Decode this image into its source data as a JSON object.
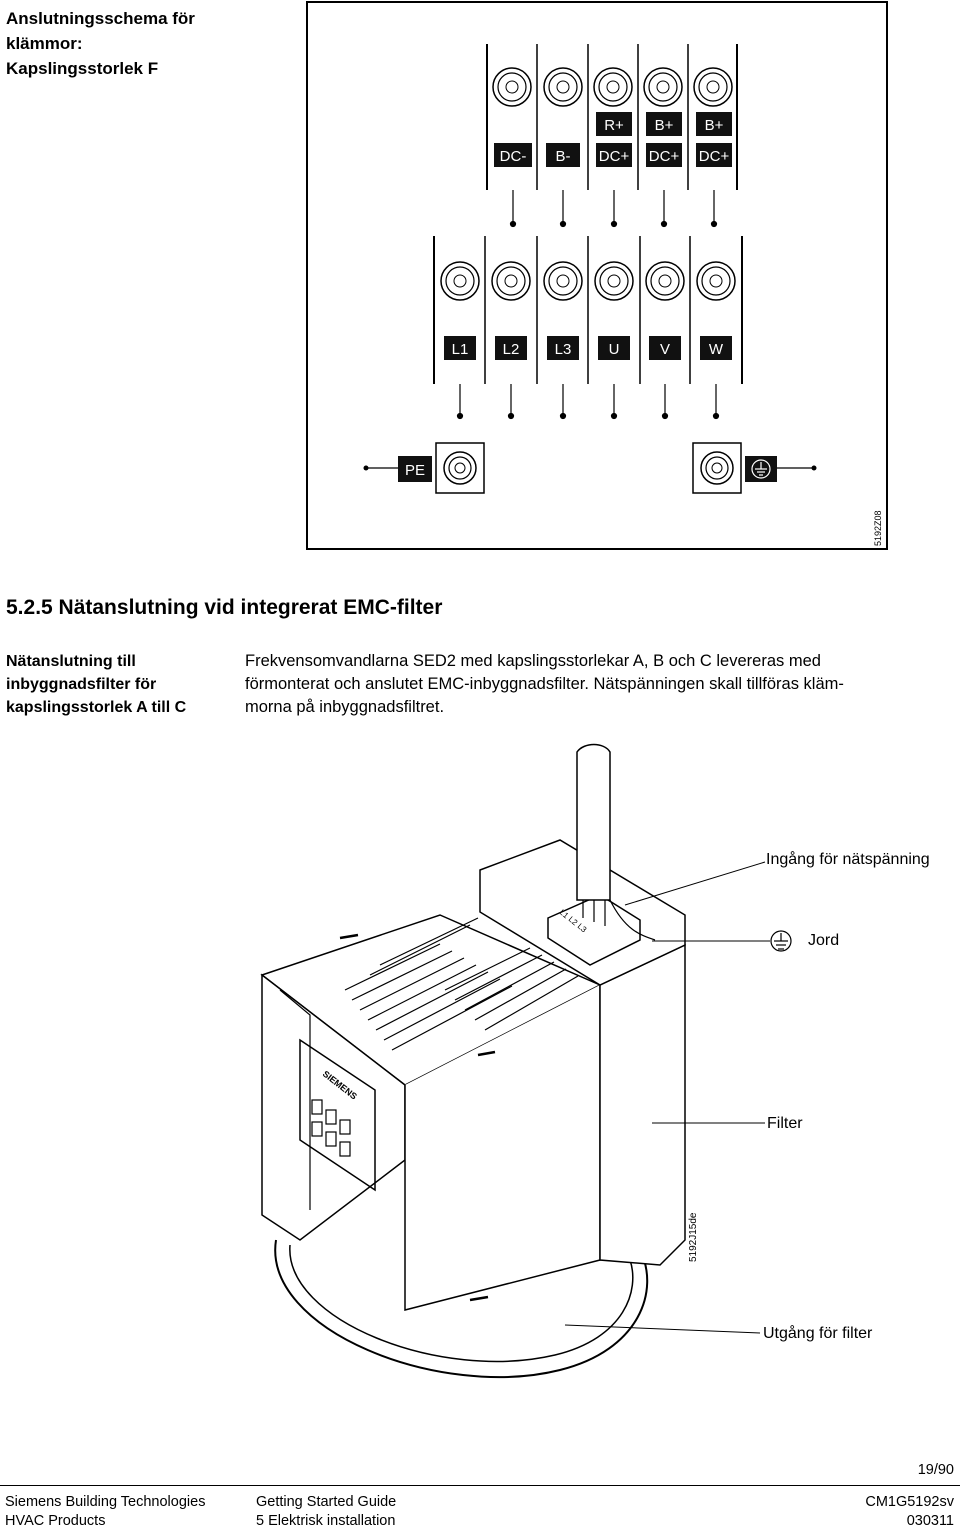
{
  "page_header": {
    "lines": [
      "Anslutningsschema för",
      "klämmor:",
      "Kapslingsstorlek F"
    ]
  },
  "terminal_diagram": {
    "upper_row": {
      "top_labels": [
        "",
        "",
        "R+",
        "B+",
        "B+"
      ],
      "bottom_labels": [
        "DC-",
        "B-",
        "DC+",
        "DC+",
        "DC+"
      ]
    },
    "middle_row": {
      "labels": [
        "L1",
        "L2",
        "L3",
        "U",
        "V",
        "W"
      ]
    },
    "ground_row": {
      "pe_label": "PE",
      "ground_symbol": "ground-icon"
    },
    "figure_code": "5192Z08"
  },
  "section": {
    "title": "5.2.5 Nätanslutning vid integrerat EMC-filter",
    "side_lines": [
      "Nätanslutning till",
      "inbyggnadsfilter för",
      "kapslingsstorlek A till C"
    ],
    "body_lines": [
      "Frekvensomvandlarna SED2 med kapslingsstorlekar A, B och C levereras med",
      "förmonterat och anslutet EMC-inbyggnadsfilter. Nätspänningen skall tillföras kläm-",
      "morna på inbyggnadsfiltret."
    ]
  },
  "device_illustration": {
    "brand": "SIEMENS",
    "terminal_marks": [
      "L1",
      "L2",
      "L3"
    ],
    "callouts": {
      "mains_input": "Ingång för nätspänning",
      "ground": "Jord",
      "filter": "Filter",
      "filter_output": "Utgång för filter"
    },
    "figure_code": "5192J15de"
  },
  "page_number": "19/90",
  "footer": {
    "left": [
      "Siemens Building Technologies",
      "HVAC Products"
    ],
    "center": [
      "Getting Started Guide",
      "5 Elektrisk installation"
    ],
    "right": [
      "CM1G5192sv",
      "030311"
    ]
  }
}
